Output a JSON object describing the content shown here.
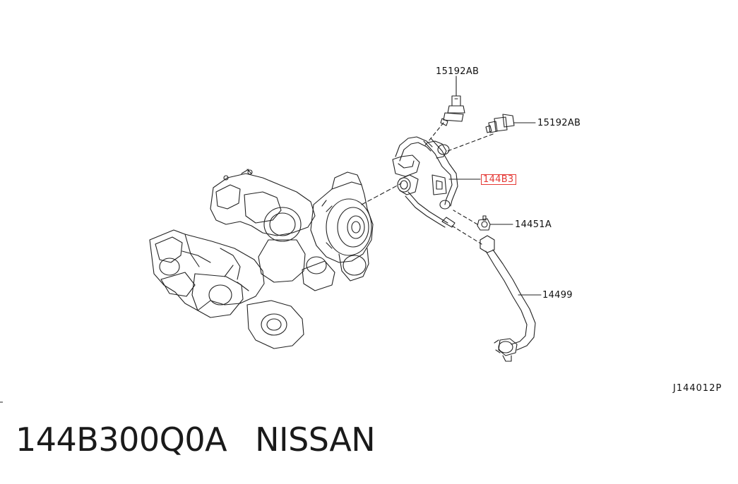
{
  "callouts": {
    "sensor_top": "15192AB",
    "sensor_right": "15192AB",
    "pipe_highlight": "144B3",
    "bolt": "14451A",
    "hose": "14499"
  },
  "diagram_code": "J144012P",
  "title": {
    "part_number": "144B300Q0A",
    "brand": "NISSAN"
  },
  "colors": {
    "line": "#222222",
    "highlight": "#e53935"
  }
}
